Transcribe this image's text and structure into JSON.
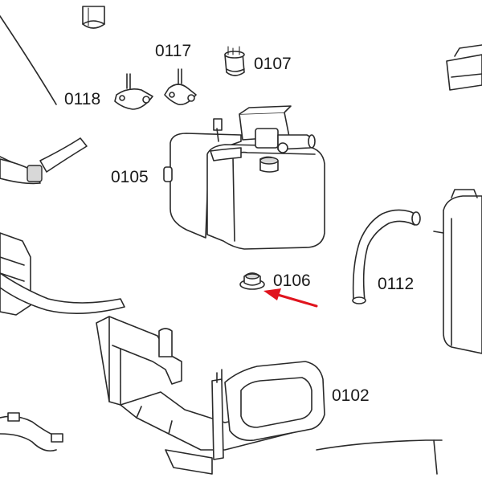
{
  "labels": {
    "p0117": "0117",
    "p0107": "0107",
    "p0118": "0118",
    "p0105": "0105",
    "p0106": "0106",
    "p0112": "0112",
    "p0102": "0102"
  },
  "colors": {
    "highlight_arrow": "#e0141e",
    "line": "#2a2a2a"
  }
}
